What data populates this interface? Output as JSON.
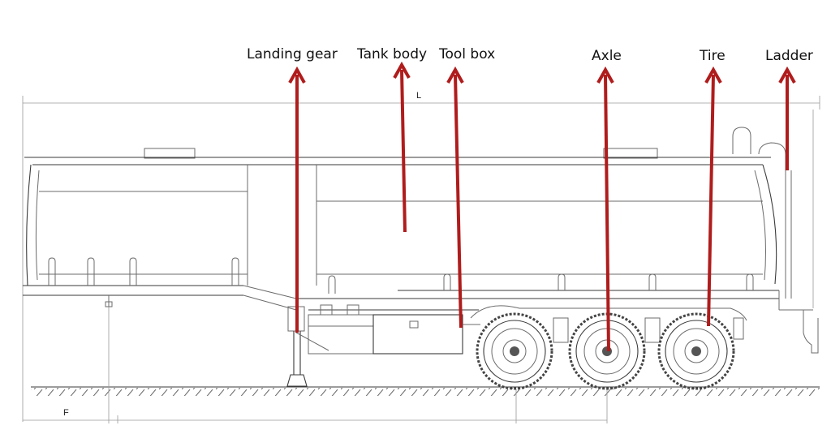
{
  "labels": {
    "landing_gear": "Landing gear",
    "tank_body": "Tank body",
    "tool_box": "Tool box",
    "axle": "Axle",
    "tire": "Tire",
    "ladder": "Ladder"
  },
  "dimensions": {
    "overall_length": "L",
    "front_distance": "F"
  },
  "colors": {
    "callout_arrow": "#b01c1c",
    "line_art": "#555555",
    "background": "#ffffff"
  }
}
